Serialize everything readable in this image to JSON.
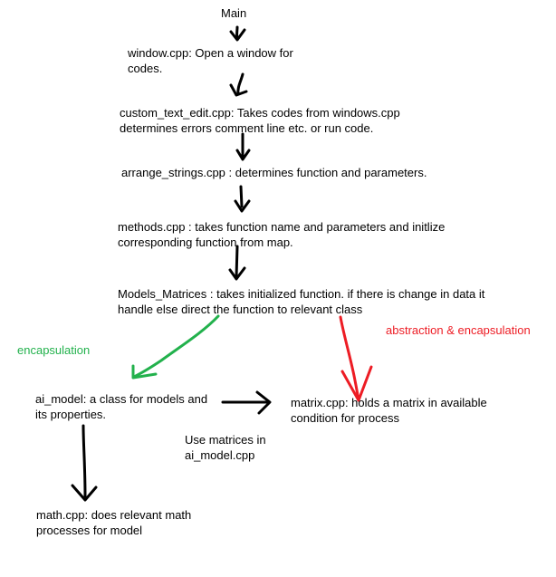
{
  "colors": {
    "black": "#000000",
    "green": "#22b14c",
    "red": "#ed1c24"
  },
  "nodes": {
    "main": "Main",
    "window": "window.cpp: Open a window for\ncodes.",
    "custom_text_edit": "custom_text_edit.cpp: Takes codes from windows.cpp\ndetermines errors comment line etc. or run code.",
    "arrange_strings": "arrange_strings.cpp : determines function and parameters.",
    "methods": "methods.cpp : takes function name and parameters and initlize\ncorresponding function from map.",
    "models_matrices": "Models_Matrices : takes initialized function. if there is change in data it\nhandle else direct the function to relevant class",
    "ai_model": "ai_model: a class for models and\nits properties.",
    "matrix": "matrix.cpp: holds a matrix in available\ncondition for process",
    "math": "math.cpp: does relevant math\nprocesses for model"
  },
  "labels": {
    "encapsulation": "encapsulation",
    "abstraction": "abstraction & encapsulation",
    "use_matrices": "Use matrices in\nai_model.cpp"
  }
}
